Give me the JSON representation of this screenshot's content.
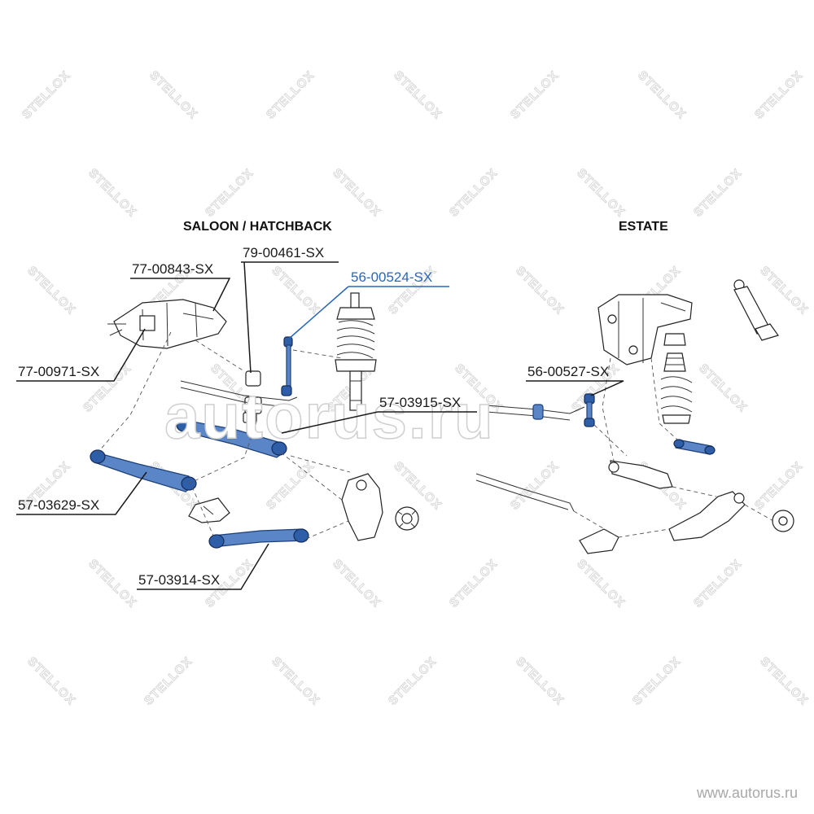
{
  "headings": {
    "saloon": "SALOON / HATCHBACK",
    "estate": "ESTATE"
  },
  "callouts": [
    {
      "id": "p77_00843",
      "text": "77-00843-SX"
    },
    {
      "id": "p79_00461",
      "text": "79-00461-SX"
    },
    {
      "id": "p56_00524",
      "text": "56-00524-SX",
      "highlight": true
    },
    {
      "id": "p77_00971",
      "text": "77-00971-SX"
    },
    {
      "id": "p56_00527",
      "text": "56-00527-SX"
    },
    {
      "id": "p57_03915",
      "text": "57-03915-SX"
    },
    {
      "id": "p57_03629",
      "text": "57-03629-SX"
    },
    {
      "id": "p57_03914",
      "text": "57-03914-SX"
    }
  ],
  "watermark": {
    "brand": "STELLOX",
    "overlay": "autorus.ru"
  },
  "footer": {
    "url": "www.autorus.ru"
  },
  "colors": {
    "highlight_part": "#5a86c8",
    "highlight_label": "#2a66b8",
    "line": "#1a1a1a",
    "watermark": "#d8d8d8"
  }
}
